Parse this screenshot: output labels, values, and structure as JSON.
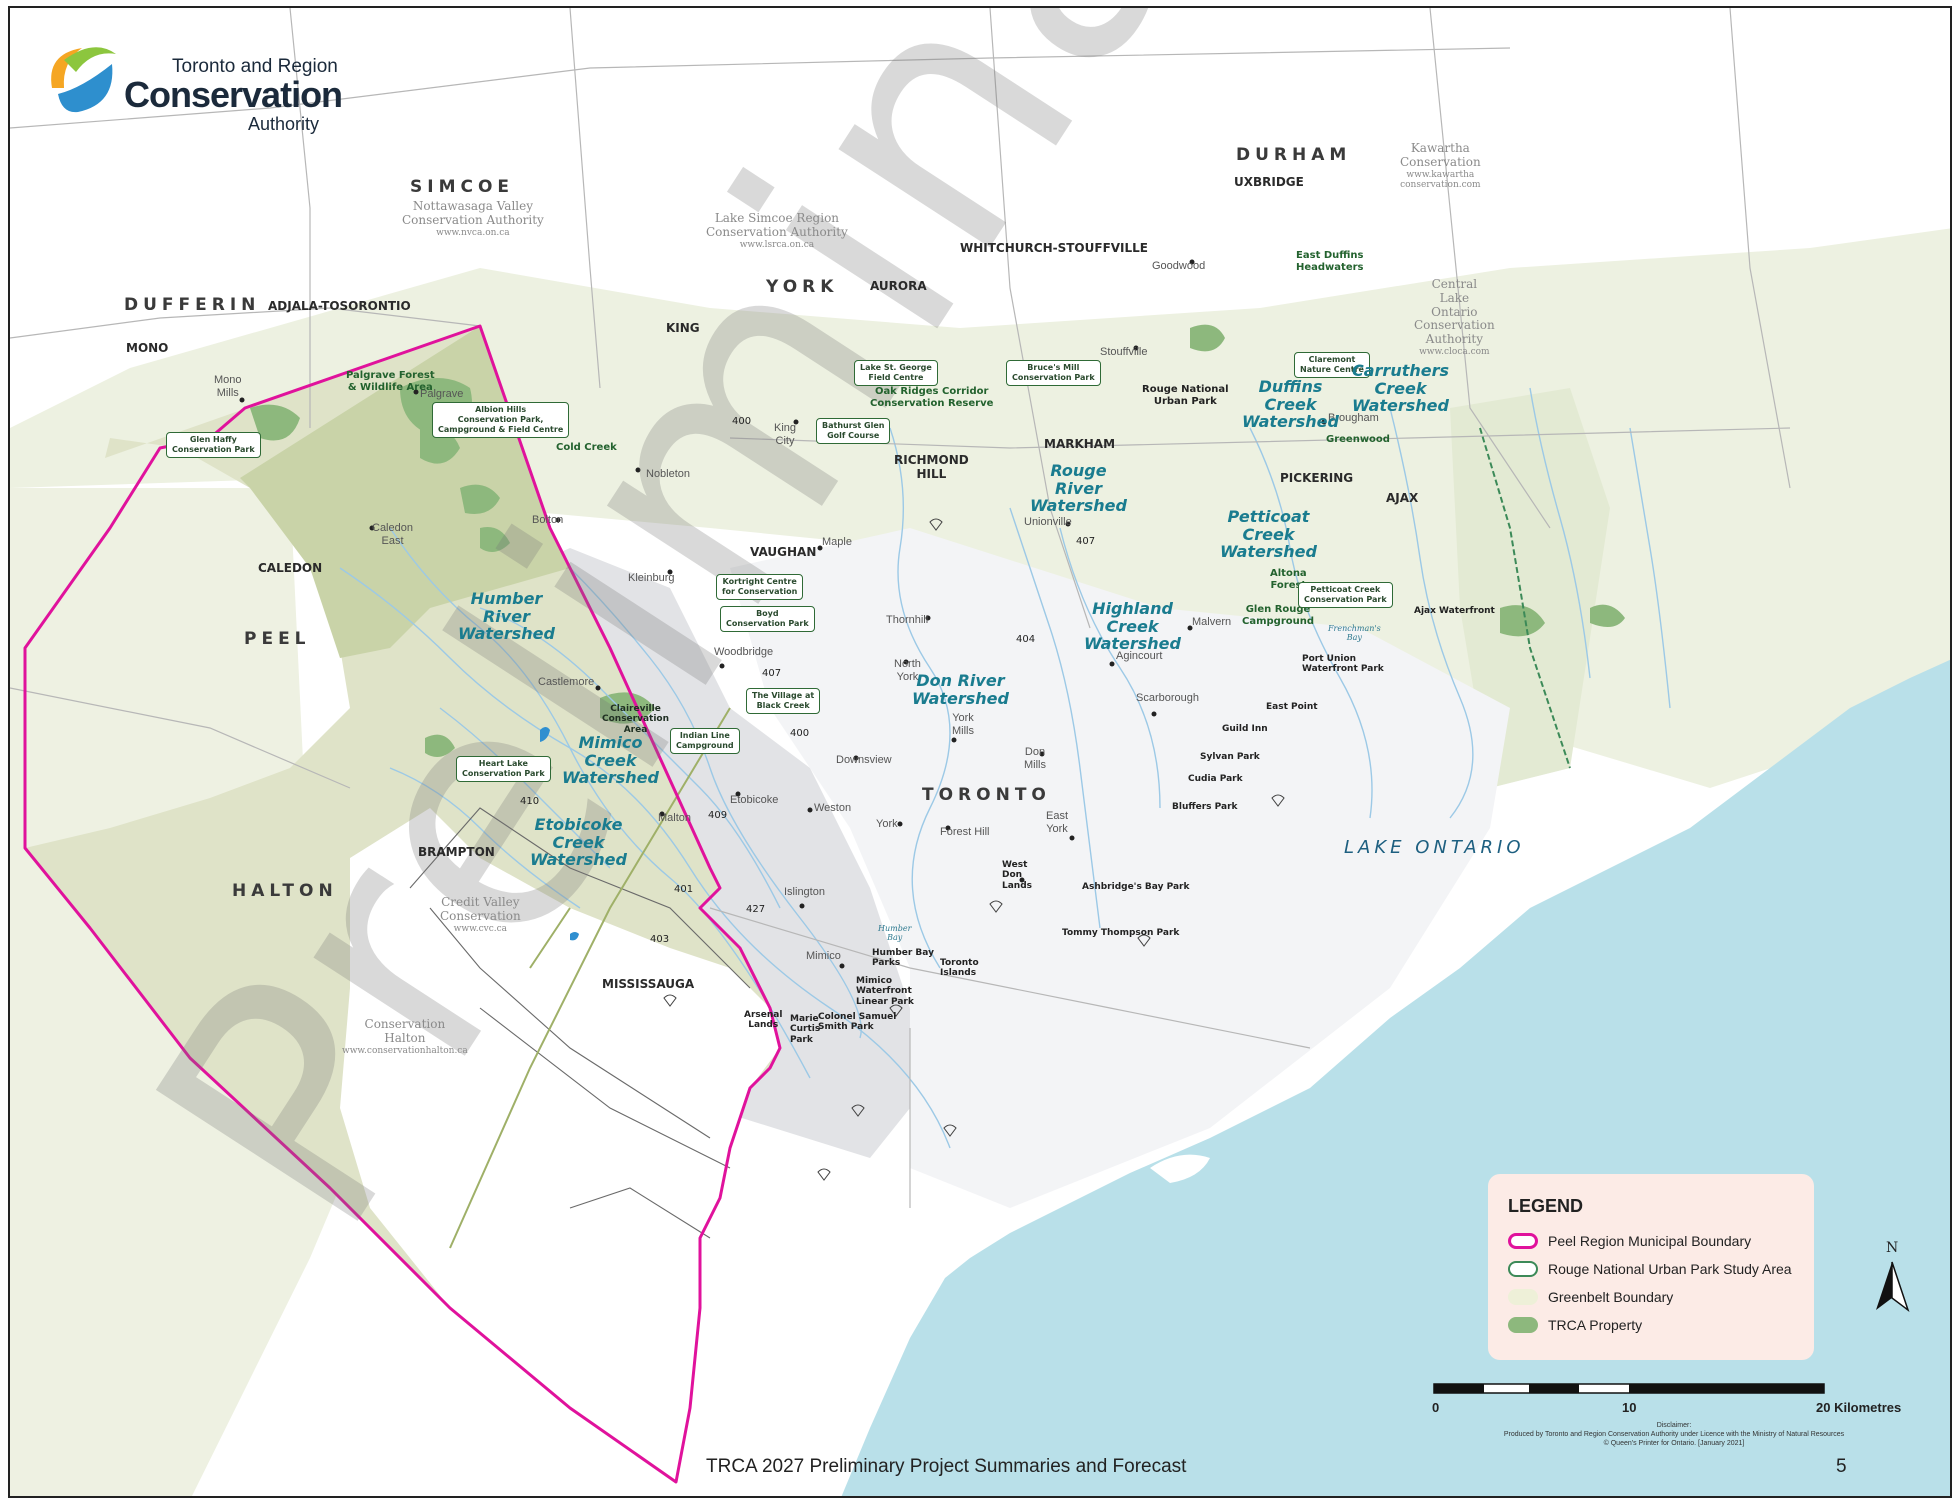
{
  "logo": {
    "line1": "Toronto and Region",
    "line2": "Conservation",
    "line3": "Authority",
    "colors": {
      "orange": "#f5a623",
      "green": "#8cc63e",
      "blue": "#2e8fce"
    }
  },
  "watermark": "Preliminary",
  "regions": {
    "simcoe": "SIMCOE",
    "dufferin": "DUFFERIN",
    "york": "YORK",
    "durham": "DURHAM",
    "peel": "PEEL",
    "halton": "HALTON",
    "toronto": "TORONTO"
  },
  "municipalities": {
    "adjala": "ADJALA-TOSORONTIO",
    "mono": "MONO",
    "king": "KING",
    "aurora": "AURORA",
    "whitchurch": "WHITCHURCH-STOUFFVILLE",
    "uxbridge": "UXBRIDGE",
    "richmond_hill": "RICHMOND\nHILL",
    "markham": "MARKHAM",
    "pickering": "PICKERING",
    "ajax": "AJAX",
    "vaughan": "VAUGHAN",
    "caledon": "CALEDON",
    "brampton": "BRAMPTON",
    "mississauga": "MISSISSAUGA"
  },
  "authorities": {
    "nvca": {
      "name": "Nottawasaga Valley\nConservation Authority",
      "url": "www.nvca.on.ca"
    },
    "lsrca": {
      "name": "Lake Simcoe Region\nConservation Authority",
      "url": "www.lsrca.on.ca"
    },
    "kawartha": {
      "name": "Kawartha\nConservation",
      "url": "www.kawartha\nconservation.com"
    },
    "cloca": {
      "name": "Central\nLake\nOntario\nConservation\nAuthority",
      "url": "www.cloca.com"
    },
    "cvc": {
      "name": "Credit Valley\nConservation",
      "url": "www.cvc.ca"
    },
    "halton": {
      "name": "Conservation\nHalton",
      "url": "www.conservationhalton.ca"
    }
  },
  "places": [
    "Mono\nMills",
    "Palgrave",
    "Caledon\nEast",
    "Bolton",
    "Nobleton",
    "King\nCity",
    "Maple",
    "Kleinburg",
    "Woodbridge",
    "Castlemore",
    "Malton",
    "Etobicoke",
    "Weston",
    "Downsview",
    "North\nYork",
    "York",
    "Forest Hill",
    "York\nMills",
    "Don\nMills",
    "East\nYork",
    "Thornhill",
    "Unionville",
    "Agincourt",
    "Malvern",
    "Scarborough",
    "Stouffville",
    "Goodwood",
    "Brougham",
    "Islington",
    "Mimico",
    "West\nDon\nLands",
    "Arsenal\nLands",
    "Marie\nCurtis\nPark"
  ],
  "green_labels": [
    "Palgrave Forest\n& Wildlife Area",
    "Cold Creek",
    "Oak Ridges Corridor\nConservation Reserve",
    "East Duffins\nHeadwaters",
    "Rouge National\nUrban Park",
    "Greenwood",
    "Altona\nForest",
    "Glen Rouge\nCampground"
  ],
  "boxed_labels": [
    "Glen Haffy\nConservation Park",
    "Albion Hills\nConservation Park,\nCampground & Field Centre",
    "Lake St. George\nField Centre",
    "Bathurst Glen\nGolf Course",
    "Bruce's Mill\nConservation Park",
    "Claremont\nNature Centre",
    "Kortright Centre\nfor Conservation",
    "Boyd\nConservation Park",
    "The Village at\nBlack Creek",
    "Indian Line\nCampground",
    "Heart Lake\nConservation Park",
    "Petticoat Creek\nConservation Park",
    "Claireville\nConservation\nArea"
  ],
  "watersheds": [
    "Humber\nRiver\nWatershed",
    "Mimico\nCreek\nWatershed",
    "Etobicoke\nCreek\nWatershed",
    "Don River\nWatershed",
    "Rouge\nRiver\nWatershed",
    "Highland\nCreek\nWatershed",
    "Duffins\nCreek\nWatershed",
    "Carruthers\nCreek\nWatershed",
    "Petticoat\nCreek\nWatershed"
  ],
  "shoreline": [
    "Ajax Waterfront",
    "Port Union\nWaterfront Park",
    "East Point",
    "Guild Inn",
    "Sylvan Park",
    "Cudia Park",
    "Bluffers Park",
    "Ashbridge's Bay Park",
    "Tommy Thompson Park",
    "Toronto\nIslands",
    "Humber Bay\nParks",
    "Mimico\nWaterfront\nLinear Park",
    "Colonel Samuel\nSmith Park"
  ],
  "water": {
    "lake": "LAKE ONTARIO",
    "humber_bay": "Humber\nBay",
    "frenchmans_bay": "Frenchman's\nBay"
  },
  "highways": [
    "400",
    "400",
    "407",
    "407",
    "404",
    "409",
    "410",
    "401",
    "427",
    "403"
  ],
  "legend": {
    "title": "LEGEND",
    "items": [
      {
        "label": "Peel Region Municipal Boundary",
        "color": "#e0129c"
      },
      {
        "label": "Rouge National Urban Park Study Area",
        "color": "#3c8a58"
      },
      {
        "label": "Greenbelt Boundary",
        "color": "#eef0d8"
      },
      {
        "label": "TRCA Property",
        "color": "#8db87d"
      }
    ]
  },
  "north_arrow": "N",
  "scale": {
    "labels": [
      "0",
      "10",
      "20 Kilometres"
    ]
  },
  "disclaimer": "Disclaimer:\nProduced by Toronto and Region Conservation Authority under Licence with the Ministry of Natural Resources\n© Queen's Printer for Ontario. [January 2021]",
  "footer": "TRCA 2027 Preliminary Project Summaries and Forecast",
  "page_number": "5",
  "colors": {
    "lake": "#b9e0e9",
    "peel_boundary": "#e0129c",
    "peel_fill": "#dfe3c8",
    "greenbelt": "#edf1e1",
    "trca_property": "#8db87d",
    "watershed_grey": "#e2e3e6",
    "river": "#9cc9e6",
    "watermark": "rgba(120,120,120,0.28)"
  }
}
